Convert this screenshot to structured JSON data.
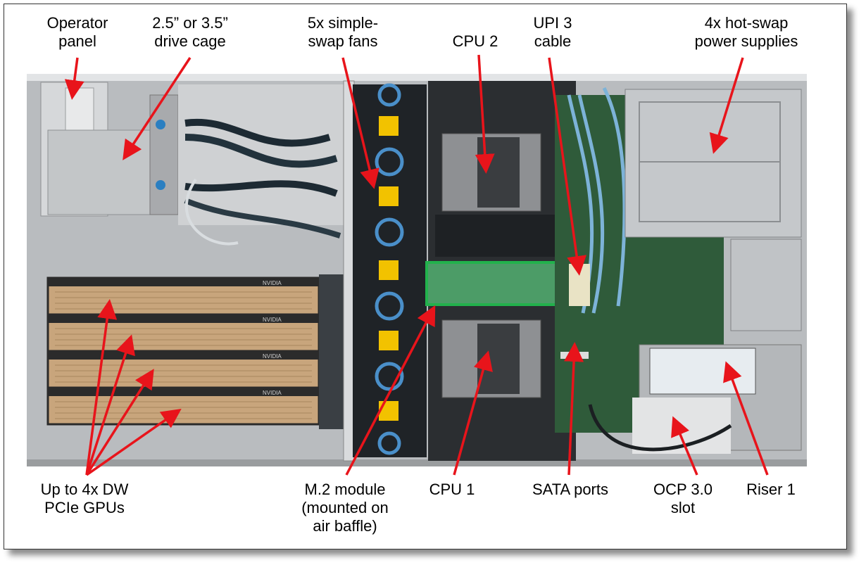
{
  "labels": {
    "operator_panel": [
      "Operator",
      "panel"
    ],
    "drive_cage": [
      "2.5” or 3.5”",
      "drive cage"
    ],
    "fans": [
      "5x simple-",
      "swap fans"
    ],
    "cpu2": [
      "CPU 2"
    ],
    "upi_cable": [
      "UPI 3",
      "cable"
    ],
    "power_supplies": [
      "4x hot-swap",
      "power supplies"
    ],
    "gpus": [
      "Up to 4x DW",
      "PCIe GPUs"
    ],
    "m2_module": [
      "M.2 module",
      "(mounted on",
      "air baffle)"
    ],
    "cpu1": [
      "CPU 1"
    ],
    "sata_ports": [
      "SATA ports"
    ],
    "ocp_slot": [
      "OCP 3.0",
      "slot"
    ],
    "riser1": [
      "Riser 1"
    ]
  },
  "photo": {
    "gpu_brand": "NVIDIA"
  },
  "colors": {
    "arrow": "#e8141b",
    "m2_highlight": "#22b14c",
    "chassis": "#c9cbcd",
    "board": "#2f5b3a"
  }
}
